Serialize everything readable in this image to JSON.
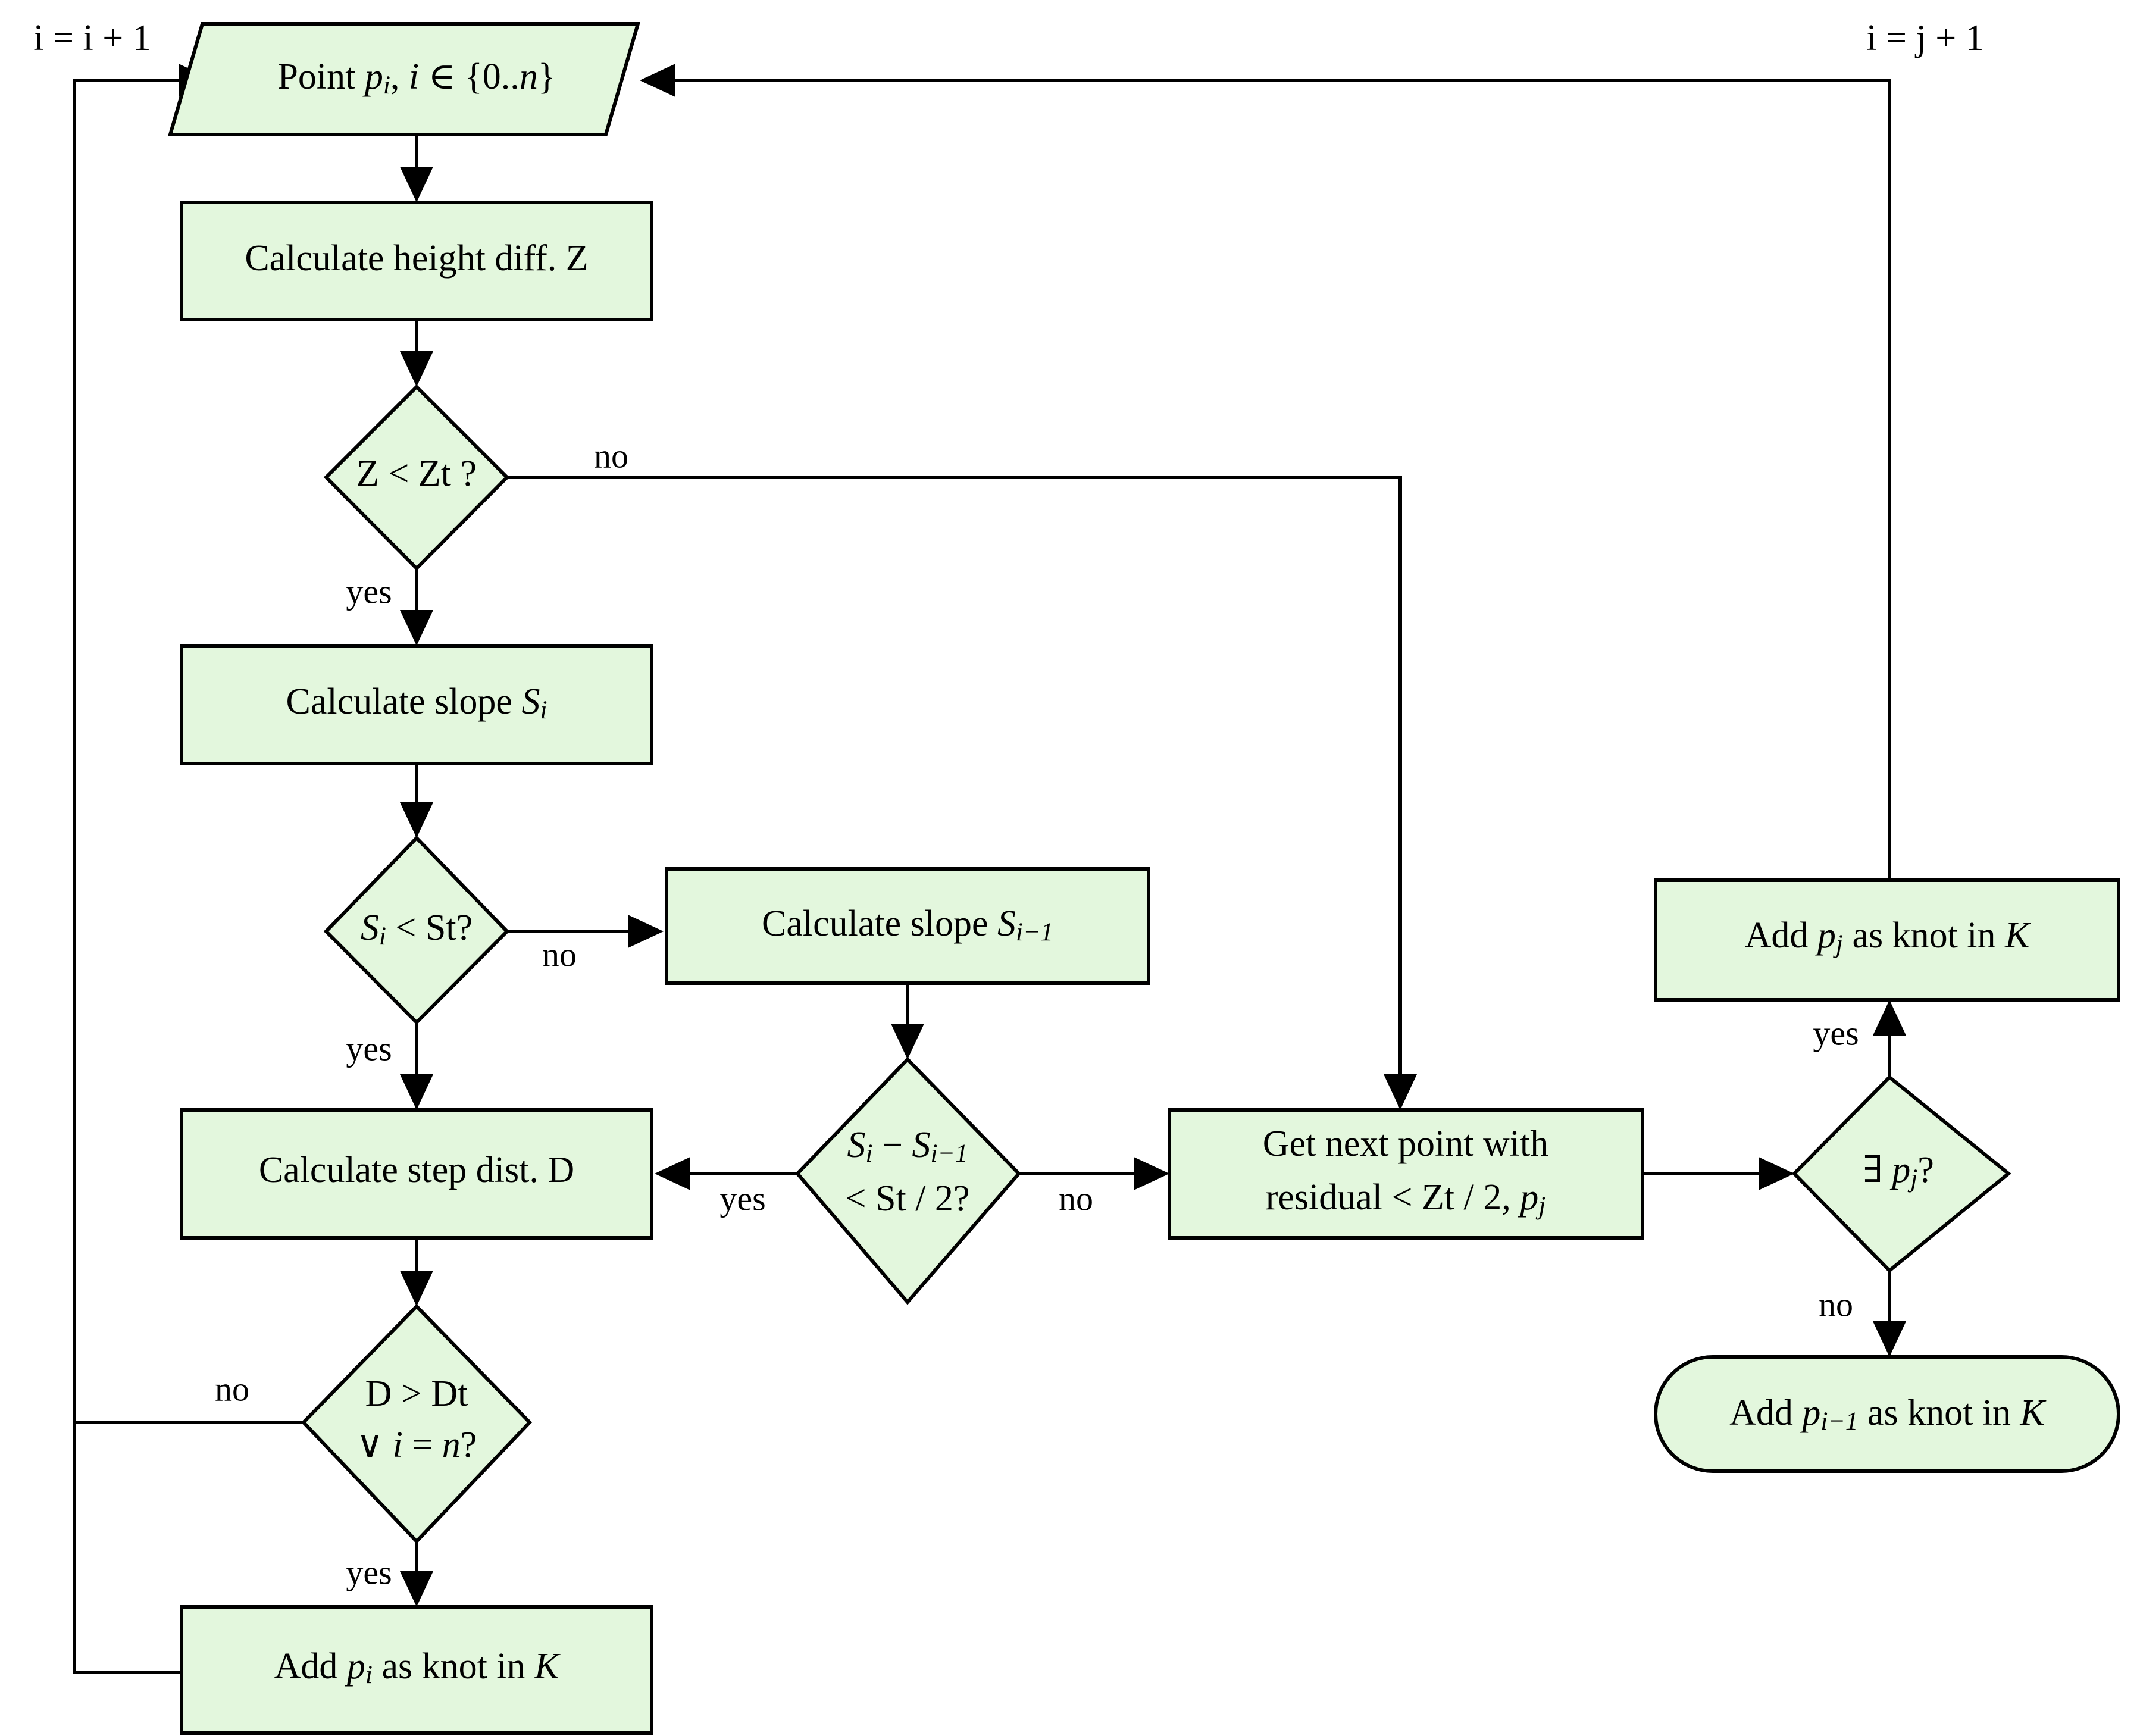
{
  "diagram": {
    "title": "Knot selection flowchart",
    "colors": {
      "node_fill": "#e3f7dd",
      "node_stroke": "#000000",
      "edge": "#000000",
      "background": "#ffffff"
    },
    "loop_labels": {
      "left": "i = i + 1",
      "right": "i = j + 1"
    },
    "nodes": {
      "point_input": {
        "shape": "parallelogram",
        "text_prefix": "Point ",
        "text_p": "p",
        "text_sub": "i",
        "text_rest": ", i ∈ {0..n}",
        "full": "Point p_i, i ∈ {0..n}"
      },
      "calc_height": {
        "shape": "rectangle",
        "text": "Calculate height diff.  Z"
      },
      "z_lt_zt": {
        "shape": "diamond",
        "text": "Z < Zt ?"
      },
      "calc_slope_i": {
        "shape": "rectangle",
        "text_prefix": "Calculate slope ",
        "text_s": "S",
        "text_sub": "i",
        "full": "Calculate slope S_i"
      },
      "si_lt_st": {
        "shape": "diamond",
        "text_s": "S",
        "text_sub": "i",
        "text_rest": " < St?",
        "full": "S_i < St?"
      },
      "calc_slope_im1": {
        "shape": "rectangle",
        "text_prefix": "Calculate slope ",
        "text_s": "S",
        "text_sub": "i−1",
        "full": "Calculate slope S_{i−1}"
      },
      "slope_diff": {
        "shape": "diamond",
        "line1_a": "S",
        "line1_sub_a": "i",
        "line1_mid": " − ",
        "line1_b": "S",
        "line1_sub_b": "i−1",
        "line2": "< St / 2?",
        "full": "S_i − S_{i−1} < St / 2?"
      },
      "calc_step_dist": {
        "shape": "rectangle",
        "text": "Calculate step dist.  D"
      },
      "d_gt_dt": {
        "shape": "diamond",
        "line1": "D > Dt",
        "line2_a": "∨ ",
        "line2_i": "i",
        "line2_eq": " = ",
        "line2_n": "n",
        "line2_q": "?",
        "full": "D > Dt ∨ i = n?"
      },
      "add_pi_knot": {
        "shape": "rectangle",
        "text_prefix": "Add ",
        "text_p": "p",
        "text_sub": "i",
        "text_rest": " as knot in ",
        "text_k": "K",
        "full": "Add p_i as knot in K"
      },
      "get_next_point": {
        "shape": "rectangle",
        "line1": "Get next point with",
        "line2_prefix": "residual < Zt / 2, ",
        "line2_p": "p",
        "line2_sub": "j",
        "full": "Get next point with residual < Zt / 2, p_j"
      },
      "exists_pj": {
        "shape": "diamond",
        "text_prefix": "∃ ",
        "text_p": "p",
        "text_sub": "j",
        "text_rest": "?",
        "full": "∃ p_j?"
      },
      "add_pj_knot": {
        "shape": "rectangle",
        "text_prefix": "Add ",
        "text_p": "p",
        "text_sub": "j",
        "text_rest": " as knot in ",
        "text_k": "K",
        "full": "Add p_j as knot in K"
      },
      "add_pim1_knot": {
        "shape": "rounded-rectangle",
        "text_prefix": "Add ",
        "text_p": "p",
        "text_sub": "i−1",
        "text_rest": " as knot in ",
        "text_k": "K",
        "full": "Add p_{i−1} as knot in K"
      }
    },
    "edge_labels": {
      "z_no": "no",
      "z_yes": "yes",
      "si_no": "no",
      "si_yes": "yes",
      "slope_yes": "yes",
      "slope_no": "no",
      "d_no": "no",
      "d_yes": "yes",
      "exists_yes": "yes",
      "exists_no": "no"
    }
  }
}
